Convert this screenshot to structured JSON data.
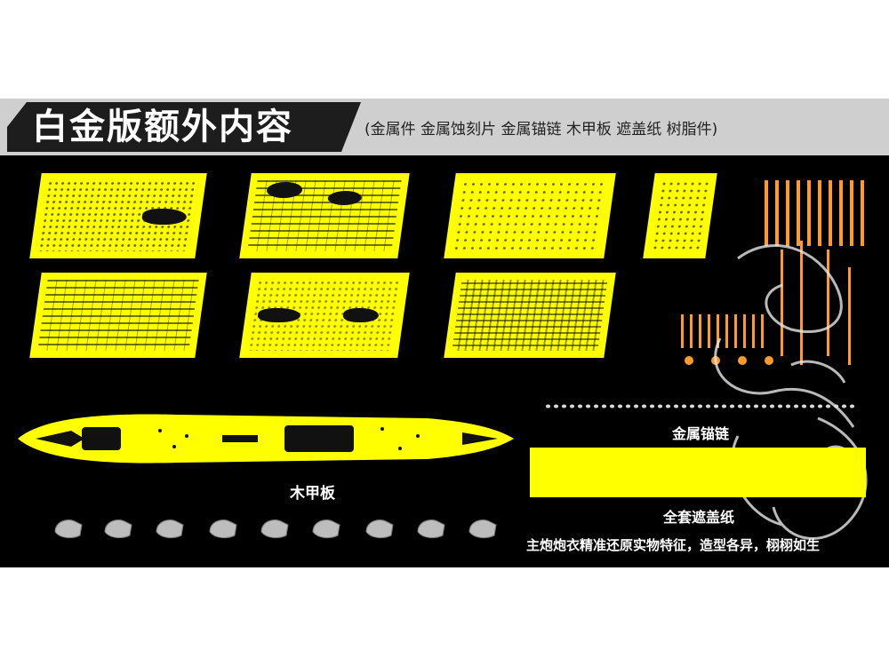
{
  "banner": {
    "title": "白金版额外内容",
    "subtitle": "(金属件  金属蚀刻片  金属锚链  木甲板  遮盖纸  树脂件)"
  },
  "labels": {
    "deck": "木甲板",
    "chain": "金属锚链",
    "mask": "全套遮盖纸",
    "turret_caption": "主炮炮衣精准还原实物特征，造型各异，栩栩如生"
  },
  "colors": {
    "background": "#000000",
    "banner": "#cfcfcf",
    "etch": "#ffff00",
    "metal": "#ff9a2e",
    "resin": "#bdbdbd"
  },
  "icons": [
    "dragon-watermark-icon",
    "turret-cover-icon",
    "anchor-chain-icon"
  ]
}
